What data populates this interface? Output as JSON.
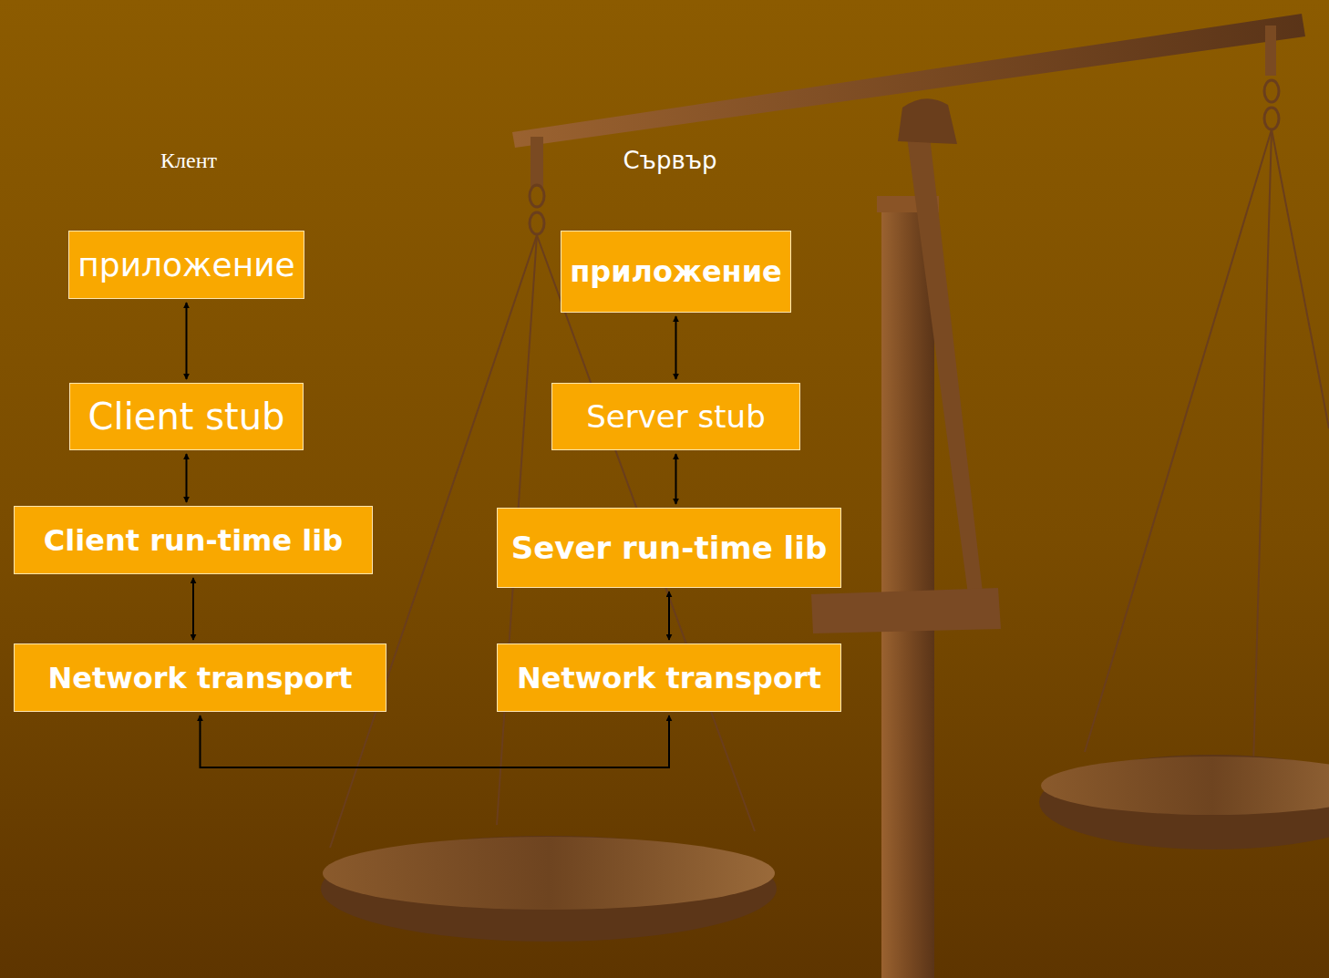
{
  "diagram": {
    "nodes": [
      {
        "text": [
          "приложение"
        ]
      },
      {
        "text": [
          "Client stub"
        ]
      },
      {
        "text": [
          "Client run-time lib"
        ]
      },
      {
        "text": [
          "Network transport"
        ]
      },
      {
        "text": [
          "приложение"
        ]
      },
      {
        "text": [
          "Server stub"
        ]
      },
      {
        "text": [
          "Sever run-time lib"
        ]
      },
      {
        "text": [
          "Network transport"
        ]
      }
    ],
    "edges": [
      {
        "from": 0,
        "to": 1,
        "arrow": "both"
      },
      {
        "from": 1,
        "to": 2,
        "arrow": "both"
      },
      {
        "from": 2,
        "to": 3,
        "arrow": "both"
      },
      {
        "from": 4,
        "to": 5,
        "arrow": "both"
      },
      {
        "from": 5,
        "to": 6,
        "arrow": "both"
      },
      {
        "from": 6,
        "to": 7,
        "arrow": "both"
      },
      {
        "from": 3,
        "to": 7,
        "arrow": "both"
      }
    ],
    "labels": [
      "Клент",
      "Сървър"
    ]
  }
}
